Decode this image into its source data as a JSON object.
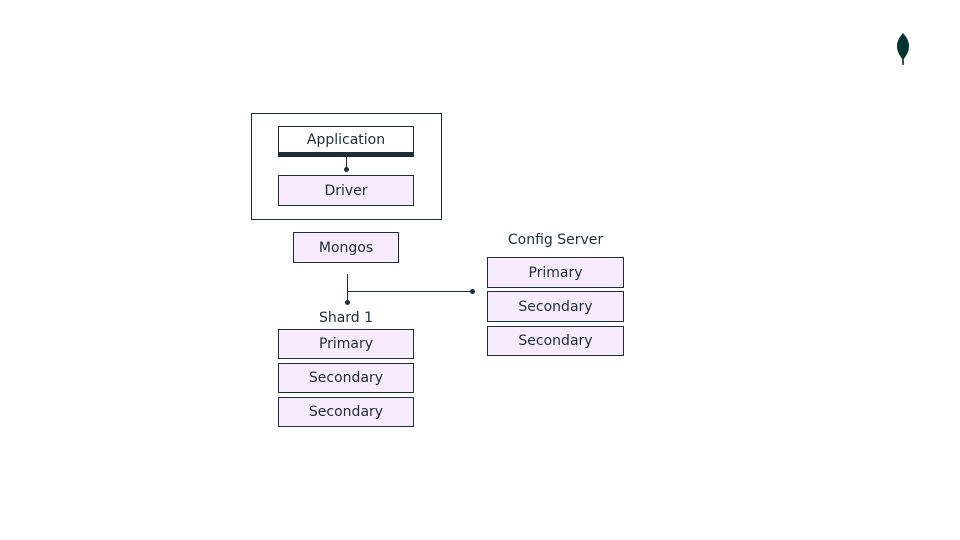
{
  "brand": {
    "logo_icon": "leaf-icon",
    "logo_color": "#023430"
  },
  "colors": {
    "node_fill": "#f9ebff",
    "stroke": "#1c2d38"
  },
  "client": {
    "application_label": "Application",
    "driver_label": "Driver"
  },
  "router": {
    "label": "Mongos"
  },
  "shard": {
    "title": "Shard 1",
    "members": [
      "Primary",
      "Secondary",
      "Secondary"
    ]
  },
  "config_server": {
    "title": "Config Server",
    "members": [
      "Primary",
      "Secondary",
      "Secondary"
    ]
  }
}
